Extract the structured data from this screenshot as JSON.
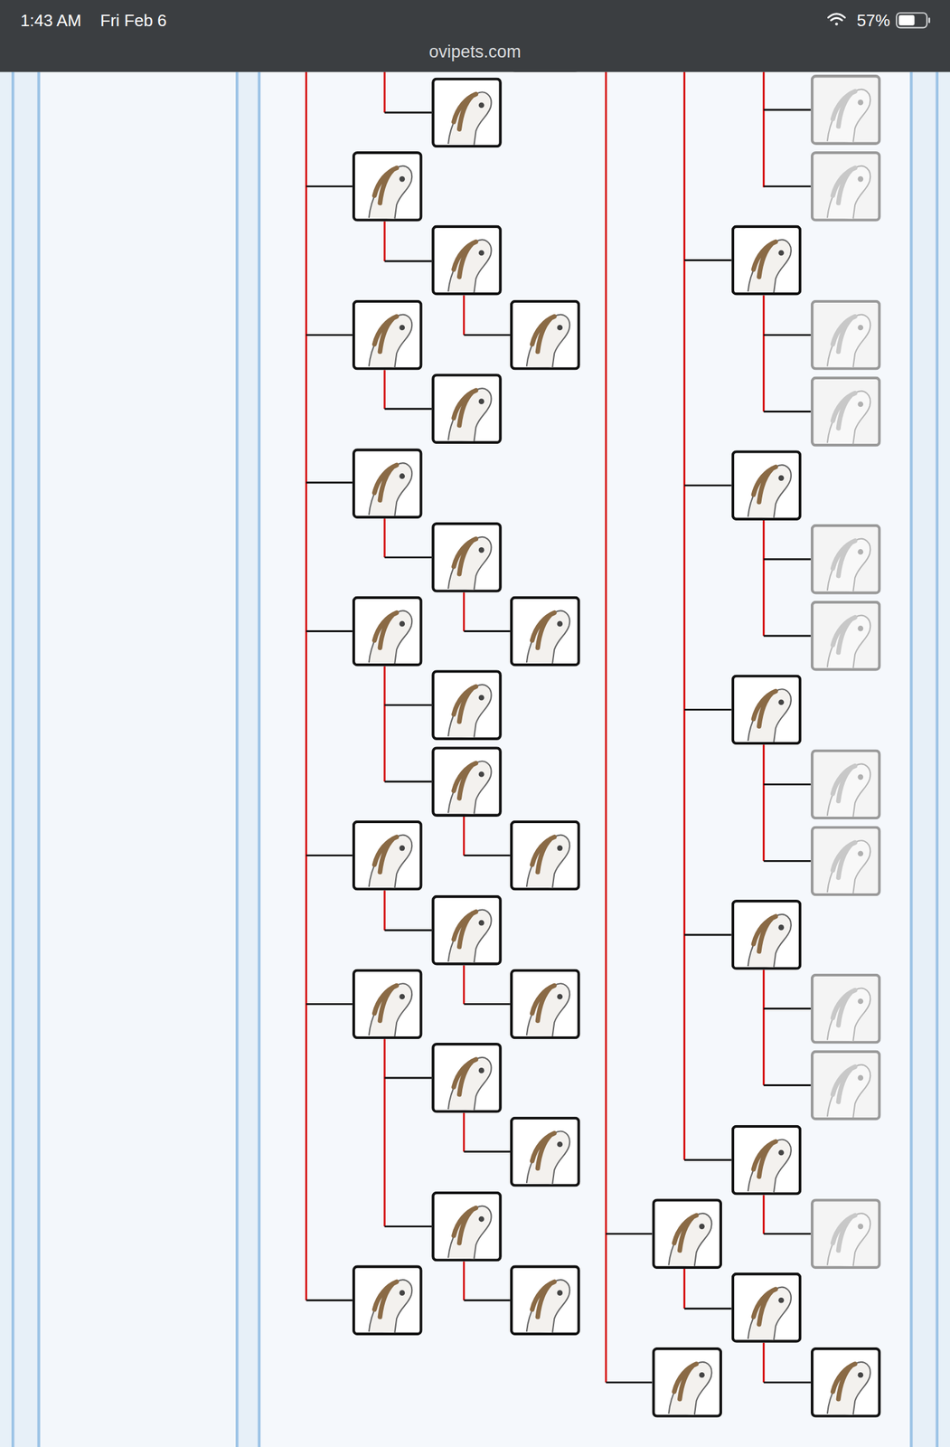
{
  "diagram": {
    "labels": [
      "1:43 AM",
      "Fri Feb 6",
      "57%",
      "ovipets.com"
    ]
  }
}
